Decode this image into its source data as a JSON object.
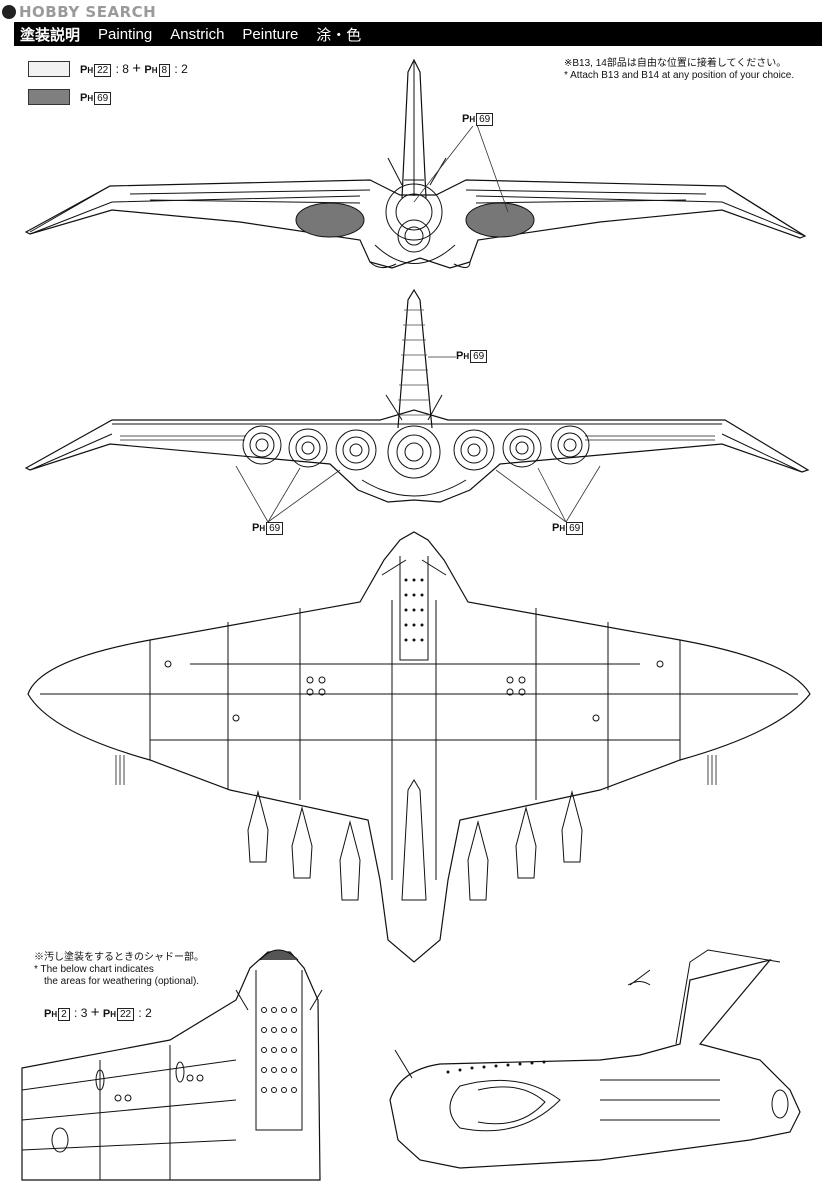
{
  "watermark": "HOBBY SEARCH",
  "header": {
    "title_jp": "塗装説明",
    "title_en": "Painting",
    "title_de": "Anstrich",
    "title_fr": "Peinture",
    "title_jp2": "涂・色"
  },
  "legend": [
    {
      "swatch_color": "#f2f2f2",
      "paint1": "22",
      "ratio1": "8",
      "paint2": "8",
      "ratio2": "2"
    },
    {
      "swatch_color": "#7f7f7f",
      "paint1": "69"
    }
  ],
  "paint_prefix": "P",
  "paint_sub": "H",
  "plus": "+",
  "notes": {
    "attach_jp": "※B13, 14部品は自由な位置に接着してください。",
    "attach_en": "* Attach B13 and B14 at any position of your choice.",
    "weather_jp": "※汚し塗装をするときのシャドー部。",
    "weather_en1": "* The below chart indicates",
    "weather_en2": "the areas for weathering (optional).",
    "weather_paint1": "2",
    "weather_ratio1": "3",
    "weather_paint2": "22",
    "weather_ratio2": "2"
  },
  "callouts": {
    "front_view": "69",
    "rear_tail": "69",
    "rear_left": "69",
    "rear_right": "69"
  }
}
